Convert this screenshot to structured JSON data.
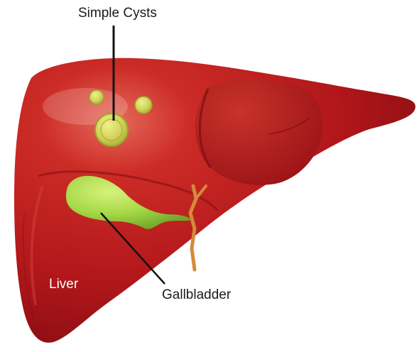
{
  "labels": {
    "simple_cysts": "Simple Cysts",
    "liver": "Liver",
    "gallbladder": "Gallbladder"
  },
  "colors": {
    "liver_base": "#b2171b",
    "liver_light": "#dc4a3c",
    "liver_shadow": "#7d0c10",
    "cyst_fill": "#d2d35a",
    "cyst_outline": "#9aa12a",
    "gallbladder_fill": "#9fd63e",
    "bile_duct": "#d48a3a",
    "leader_line": "#111111",
    "background": "#ffffff"
  }
}
